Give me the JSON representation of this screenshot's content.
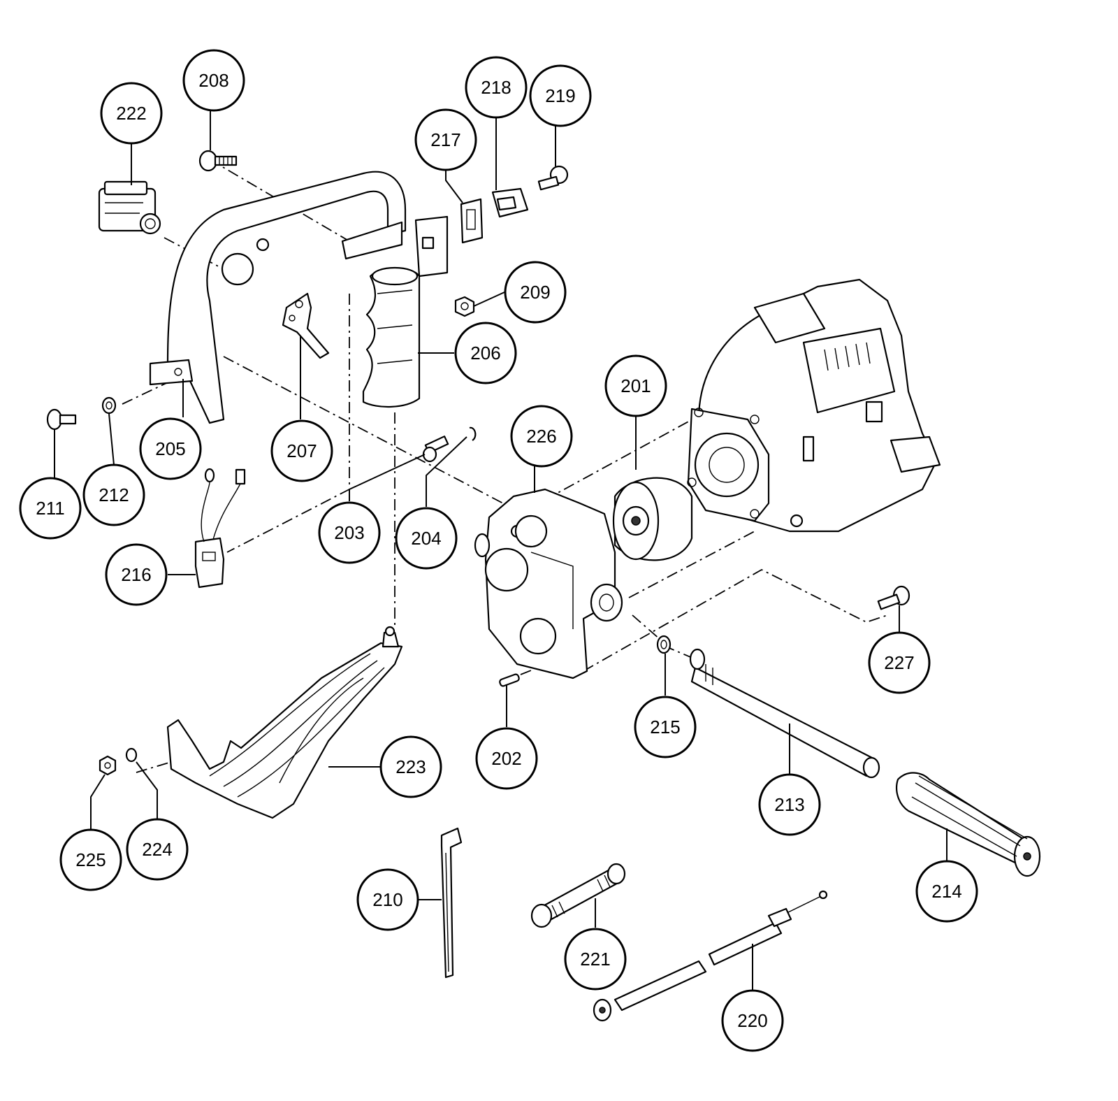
{
  "callouts": [
    {
      "label": "201"
    },
    {
      "label": "202"
    },
    {
      "label": "203"
    },
    {
      "label": "204"
    },
    {
      "label": "205"
    },
    {
      "label": "206"
    },
    {
      "label": "207"
    },
    {
      "label": "208"
    },
    {
      "label": "209"
    },
    {
      "label": "210"
    },
    {
      "label": "211"
    },
    {
      "label": "212"
    },
    {
      "label": "213"
    },
    {
      "label": "214"
    },
    {
      "label": "215"
    },
    {
      "label": "216"
    },
    {
      "label": "217"
    },
    {
      "label": "218"
    },
    {
      "label": "219"
    },
    {
      "label": "220"
    },
    {
      "label": "221"
    },
    {
      "label": "222"
    },
    {
      "label": "223"
    },
    {
      "label": "224"
    },
    {
      "label": "225"
    },
    {
      "label": "226"
    },
    {
      "label": "227"
    }
  ]
}
